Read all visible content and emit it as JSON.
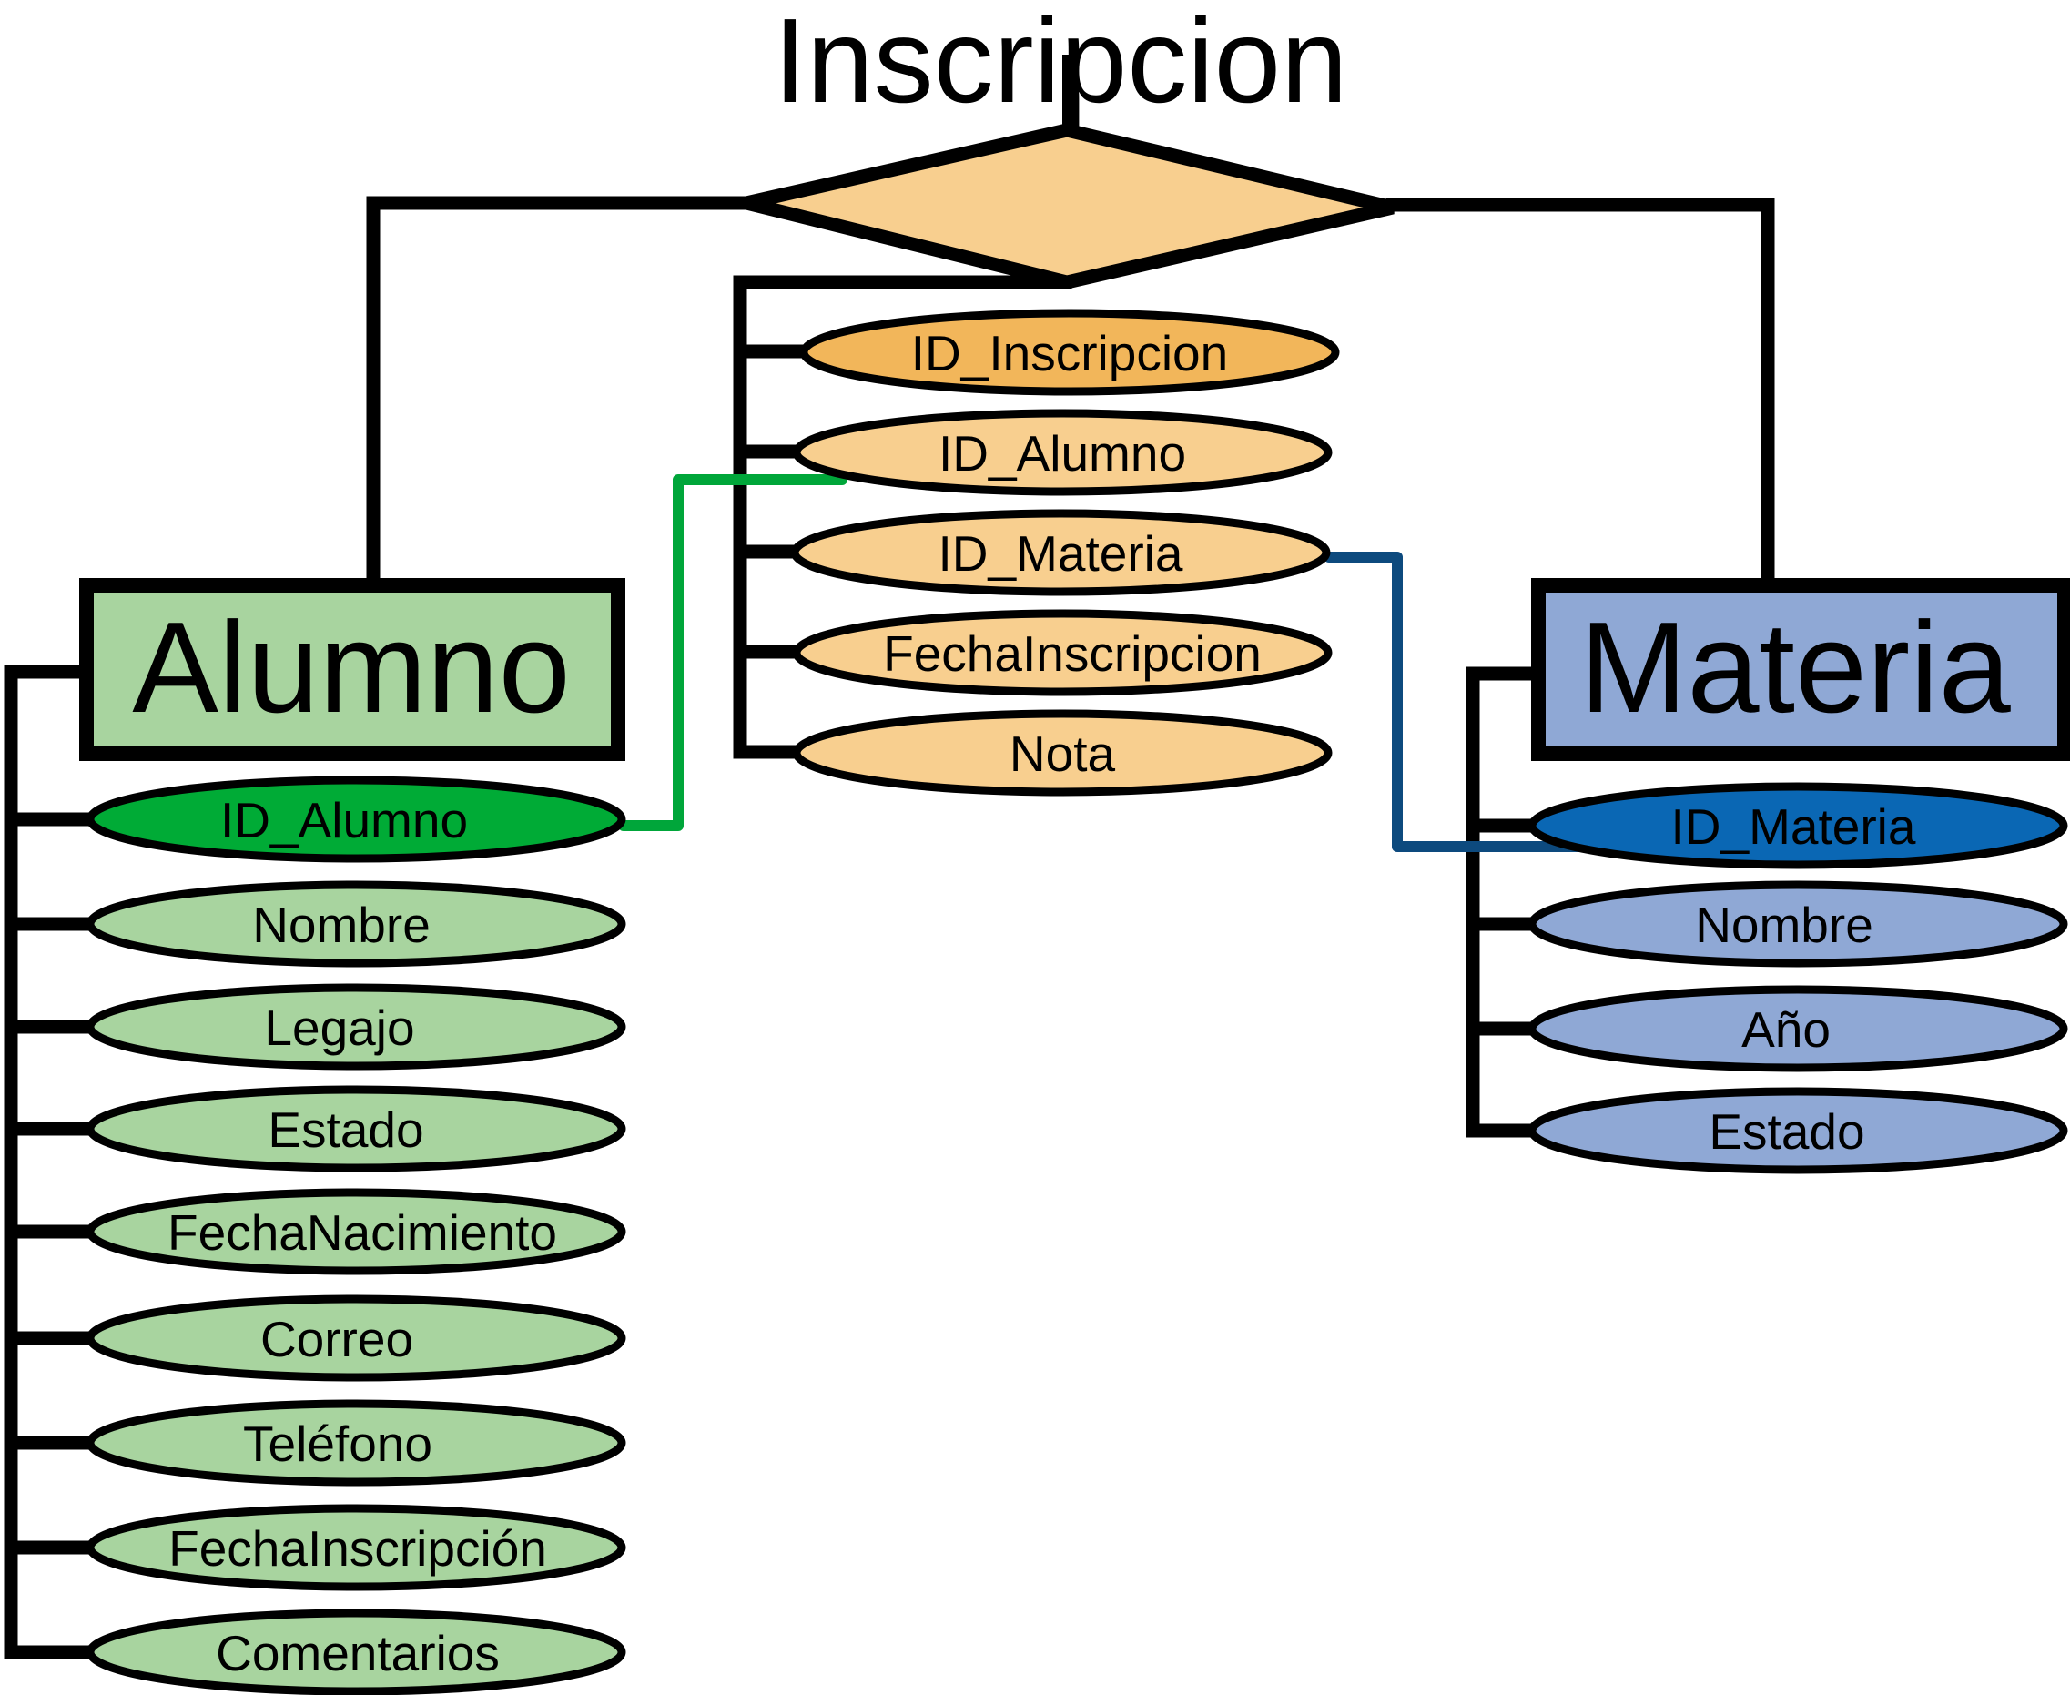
{
  "relationship": {
    "title": "Inscripcion",
    "attributes": [
      "ID_Inscripcion",
      "ID_Alumno",
      "ID_Materia",
      "FechaInscripcion",
      "Nota"
    ]
  },
  "alumno": {
    "title": "Alumno",
    "attributes": [
      "ID_Alumno",
      "Nombre",
      "Legajo",
      "Estado",
      "FechaNacimiento",
      "Correo",
      "Teléfono",
      "FechaInscripción",
      "Comentarios"
    ]
  },
  "materia": {
    "title": "Materia",
    "attributes": [
      "ID_Materia",
      "Nombre",
      "Año",
      "Estado"
    ]
  },
  "colors": {
    "line": "#000000",
    "relationship_fill": "#f8cf8f",
    "relationship_key_fill": "#f2b65a",
    "alumno_fill": "#a8d49f",
    "alumno_key_fill": "#00ab36",
    "alumno_fk_line": "#00a63a",
    "materia_fill": "#8fa8d5",
    "materia_key_fill": "#0a67b4",
    "materia_fk_line": "#0d4a7e"
  }
}
